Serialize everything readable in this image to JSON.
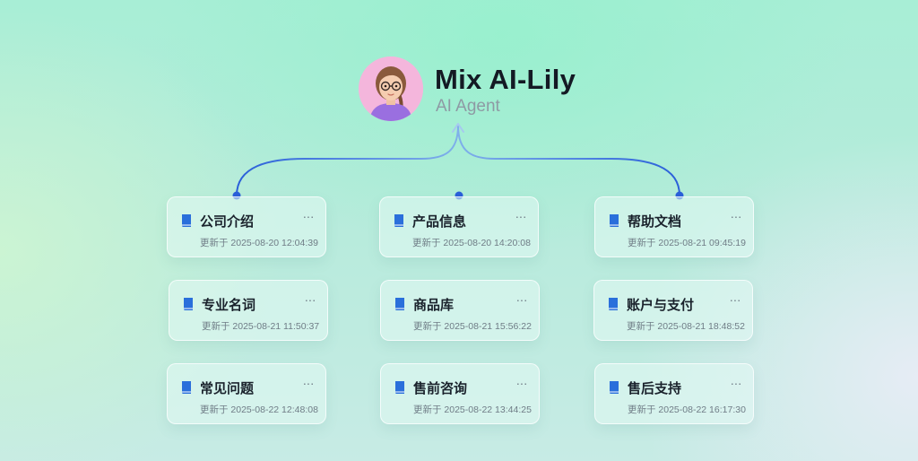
{
  "agent": {
    "name": "Mix AI-Lily",
    "role": "AI Agent"
  },
  "more_label": "···",
  "icon_names": {
    "card": "book-icon",
    "menu": "more-options-icon",
    "avatar": "agent-avatar"
  },
  "colors": {
    "connector": "#2f6fe0",
    "icon": "#2a6fdb"
  },
  "knowledge_bases": [
    {
      "title": "公司介绍",
      "updated": "更新于 2025-08-20 12:04:39"
    },
    {
      "title": "产品信息",
      "updated": "更新于 2025-08-20 14:20:08"
    },
    {
      "title": "帮助文档",
      "updated": "更新于 2025-08-21 09:45:19"
    },
    {
      "title": "专业名词",
      "updated": "更新于 2025-08-21 11:50:37"
    },
    {
      "title": "商品库",
      "updated": "更新于 2025-08-21 15:56:22"
    },
    {
      "title": "账户与支付",
      "updated": "更新于 2025-08-21 18:48:52"
    },
    {
      "title": "常见问题",
      "updated": "更新于 2025-08-22 12:48:08"
    },
    {
      "title": "售前咨询",
      "updated": "更新于 2025-08-22 13:44:25"
    },
    {
      "title": "售后支持",
      "updated": "更新于 2025-08-22 16:17:30"
    }
  ]
}
